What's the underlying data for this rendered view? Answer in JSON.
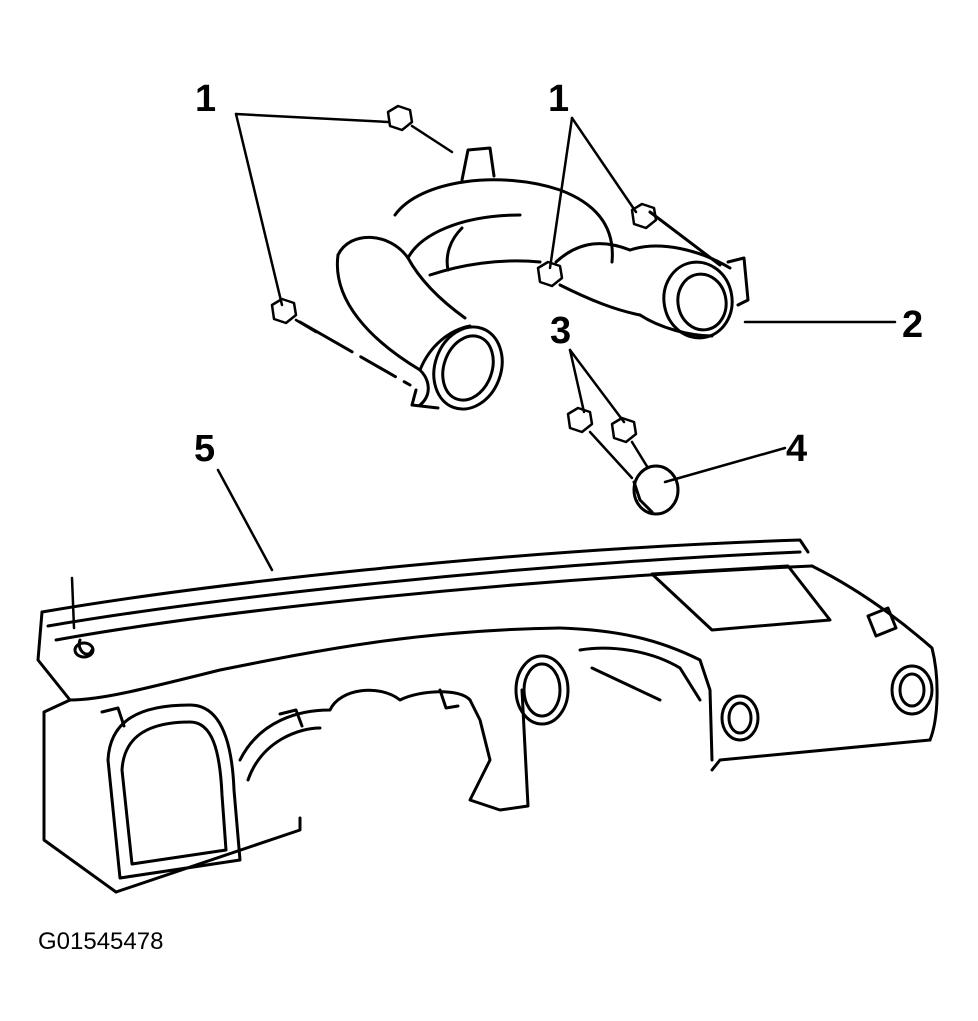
{
  "diagram": {
    "callouts": [
      {
        "id": "c1a",
        "label": "1"
      },
      {
        "id": "c1b",
        "label": "1"
      },
      {
        "id": "c2",
        "label": "2"
      },
      {
        "id": "c3",
        "label": "3"
      },
      {
        "id": "c4",
        "label": "4"
      },
      {
        "id": "c5",
        "label": "5"
      }
    ],
    "figure_id": "G01545478",
    "line_color": "#000000",
    "background": "#ffffff"
  }
}
